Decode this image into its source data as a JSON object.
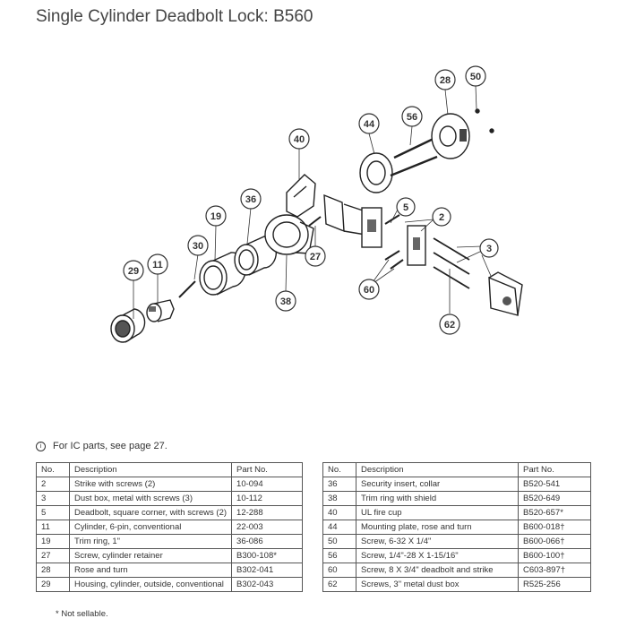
{
  "title": "Single Cylinder Deadbolt Lock: B560",
  "callouts": [
    "29",
    "11",
    "30",
    "19",
    "36",
    "40",
    "38",
    "27",
    "44",
    "56",
    "28",
    "50",
    "5",
    "2",
    "3",
    "60",
    "62"
  ],
  "note": {
    "icon": "info-icon",
    "icon_glyph": "i",
    "text": "For IC parts, see page 27."
  },
  "table_headers": {
    "no": "No.",
    "description": "Description",
    "part_no": "Part No."
  },
  "table_left": [
    {
      "no": "2",
      "description": "Strike with screws (2)",
      "part_no": "10-094"
    },
    {
      "no": "3",
      "description": "Dust box, metal with screws (3)",
      "part_no": "10-112"
    },
    {
      "no": "5",
      "description": "Deadbolt, square corner, with screws (2)",
      "part_no": "12-288"
    },
    {
      "no": "11",
      "description": "Cylinder, 6-pin, conventional",
      "part_no": "22-003"
    },
    {
      "no": "19",
      "description": "Trim ring, 1\"",
      "part_no": "36-086"
    },
    {
      "no": "27",
      "description": "Screw, cylinder retainer",
      "part_no": "B300-108*"
    },
    {
      "no": "28",
      "description": "Rose and turn",
      "part_no": "B302-041"
    },
    {
      "no": "29",
      "description": "Housing, cylinder, outside, conventional",
      "part_no": "B302-043"
    }
  ],
  "table_right": [
    {
      "no": "36",
      "description": "Security insert, collar",
      "part_no": "B520-541"
    },
    {
      "no": "38",
      "description": "Trim ring with shield",
      "part_no": "B520-649"
    },
    {
      "no": "40",
      "description": "UL fire cup",
      "part_no": "B520-657*"
    },
    {
      "no": "44",
      "description": "Mounting plate, rose and turn",
      "part_no": "B600-018†"
    },
    {
      "no": "50",
      "description": "Screw, 6-32 X 1/4\"",
      "part_no": "B600-066†"
    },
    {
      "no": "56",
      "description": "Screw, 1/4\"-28 X 1-15/16\"",
      "part_no": "B600-100†"
    },
    {
      "no": "60",
      "description": "Screw, 8 X 3/4\" deadbolt and strike",
      "part_no": "C603-897†"
    },
    {
      "no": "62",
      "description": "Screws, 3\" metal dust box",
      "part_no": "R525-256"
    }
  ],
  "footnote": "*  Not sellable."
}
